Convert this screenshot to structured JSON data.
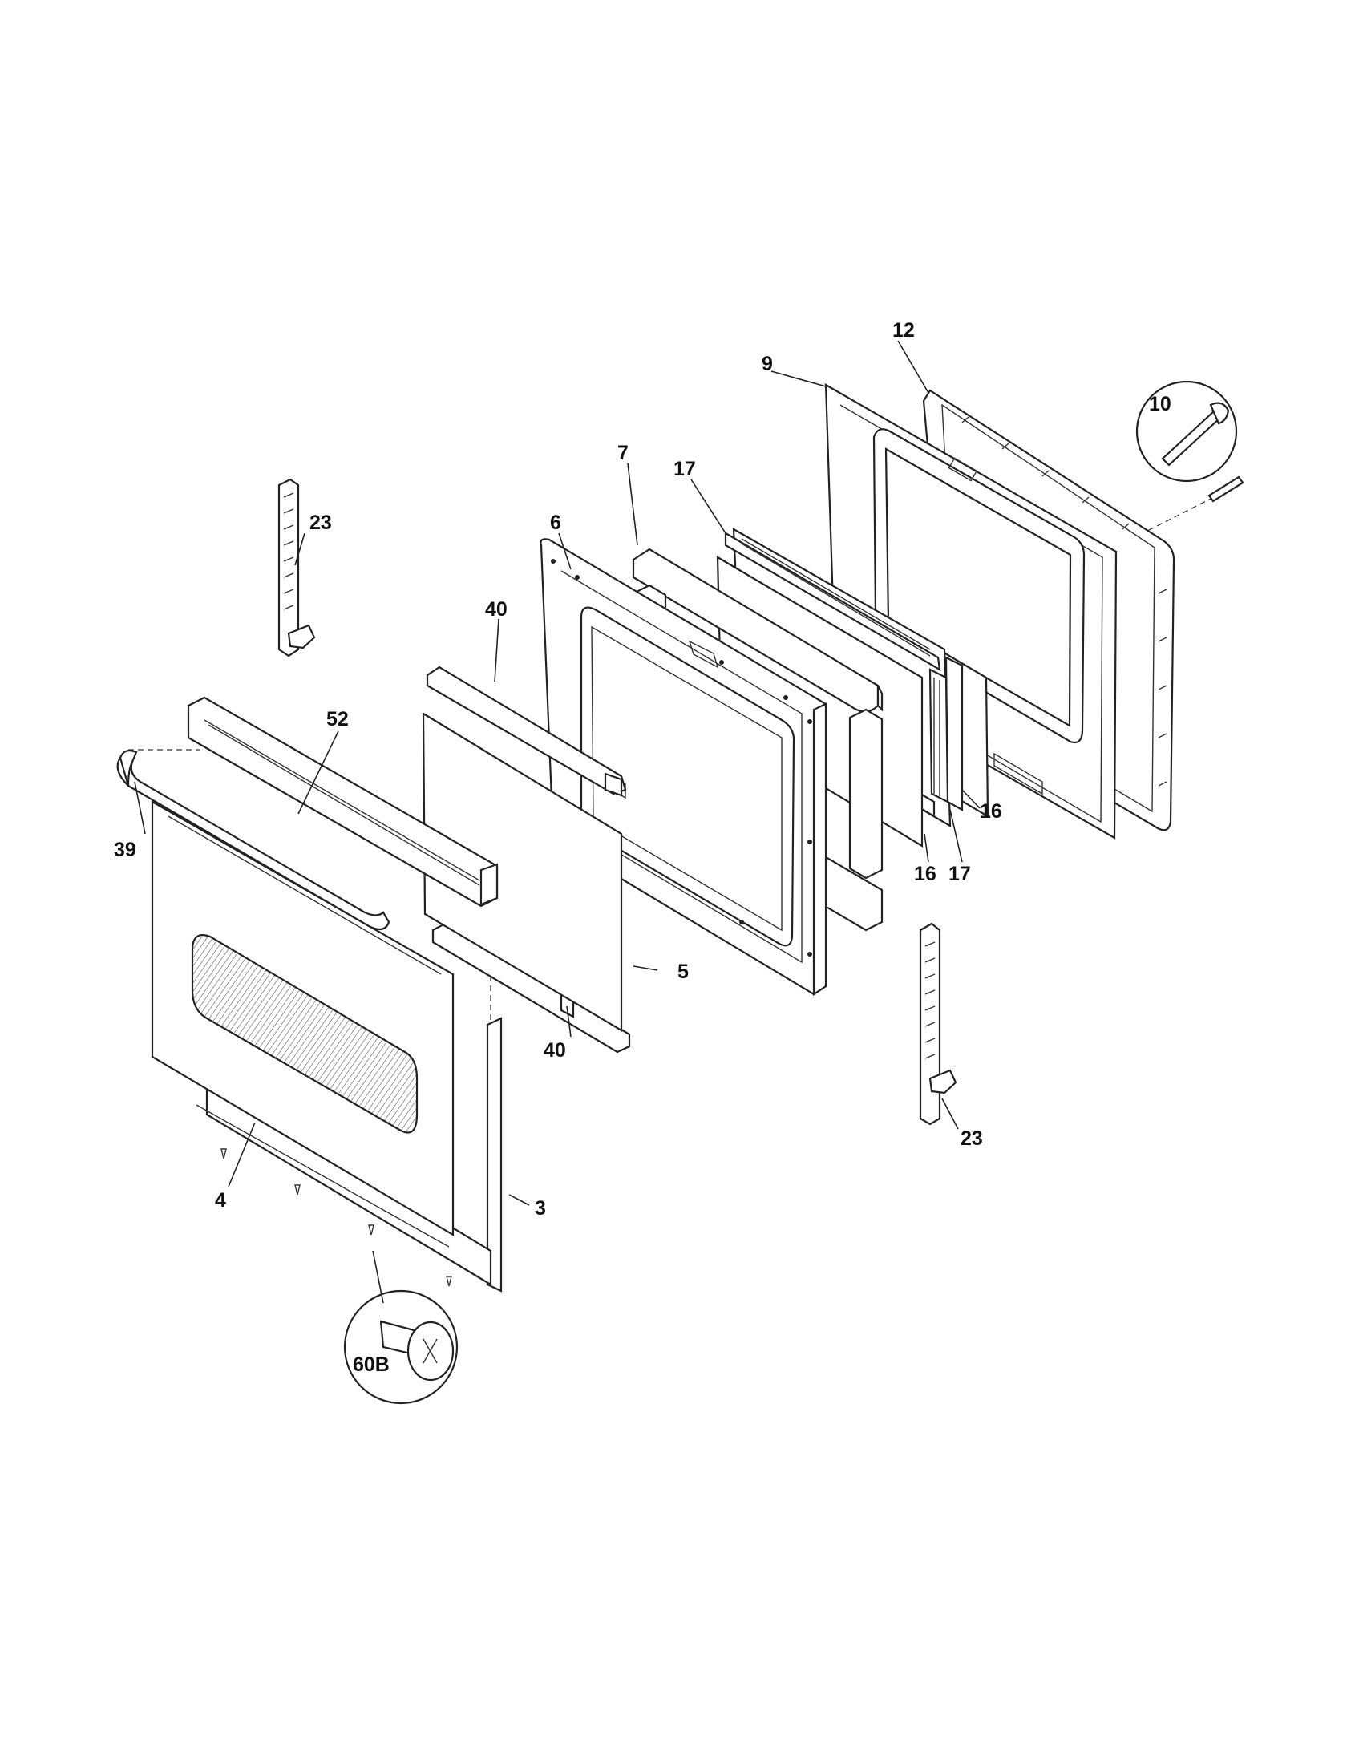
{
  "callouts": {
    "c3": "3",
    "c4": "4",
    "c5": "5",
    "c6": "6",
    "c7": "7",
    "c9": "9",
    "c10": "10",
    "c12": "12",
    "c16a": "16",
    "c16b": "16",
    "c17a": "17",
    "c17b": "17",
    "c23a": "23",
    "c23b": "23",
    "c39": "39",
    "c40a": "40",
    "c40b": "40",
    "c52": "52",
    "c60b": "60B"
  }
}
